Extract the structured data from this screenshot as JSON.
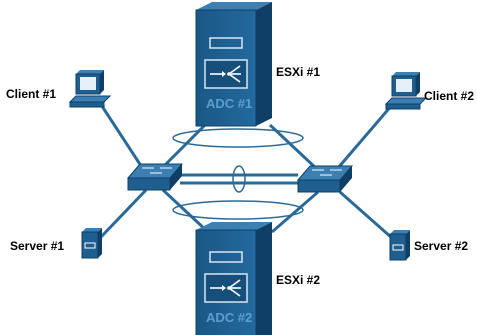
{
  "nodes": {
    "client1": {
      "label": "Client #1"
    },
    "client2": {
      "label": "Client #2"
    },
    "server1": {
      "label": "Server #1"
    },
    "server2": {
      "label": "Server #2"
    },
    "esxi1": {
      "label": "ESXi #1",
      "adc_label": "ADC #1"
    },
    "esxi2": {
      "label": "ESXi #2",
      "adc_label": "ADC #2"
    }
  },
  "colors": {
    "device_blue": "#1f5f8f",
    "device_dark": "#0f3f66",
    "device_light": "#4d8fc0",
    "link": "#2a6a99"
  },
  "icons": [
    "desktop-computer-icon",
    "server-icon",
    "rack-server-icon",
    "network-switch-icon",
    "load-balancer-icon"
  ]
}
